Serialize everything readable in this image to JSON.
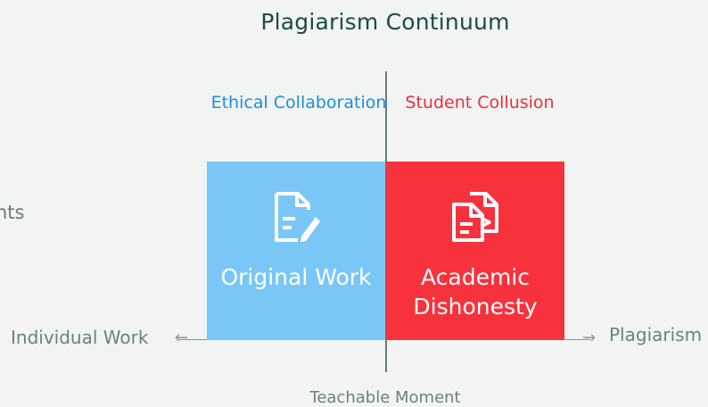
{
  "title": "Plagiarism Continuum",
  "cut_off_text": "nts",
  "axis": {
    "left_label": "Individual Work",
    "right_label": "Plagiarism",
    "bottom_label": "Teachable Moment"
  },
  "quadrants": {
    "top_left_label": "Ethical Collaboration",
    "top_right_label": "Student Collusion"
  },
  "boxes": {
    "left": {
      "label": "Original Work",
      "icon": "document-edit-icon",
      "color": "#7ac7f7"
    },
    "right": {
      "label": "Academic Dishonesty",
      "icon": "document-copy-icon",
      "color": "#f8323c"
    }
  },
  "colors": {
    "title": "#1b4a4f",
    "ethical": "#1b8fd6",
    "collusion": "#e8323a",
    "background": "#f1f4f3"
  }
}
